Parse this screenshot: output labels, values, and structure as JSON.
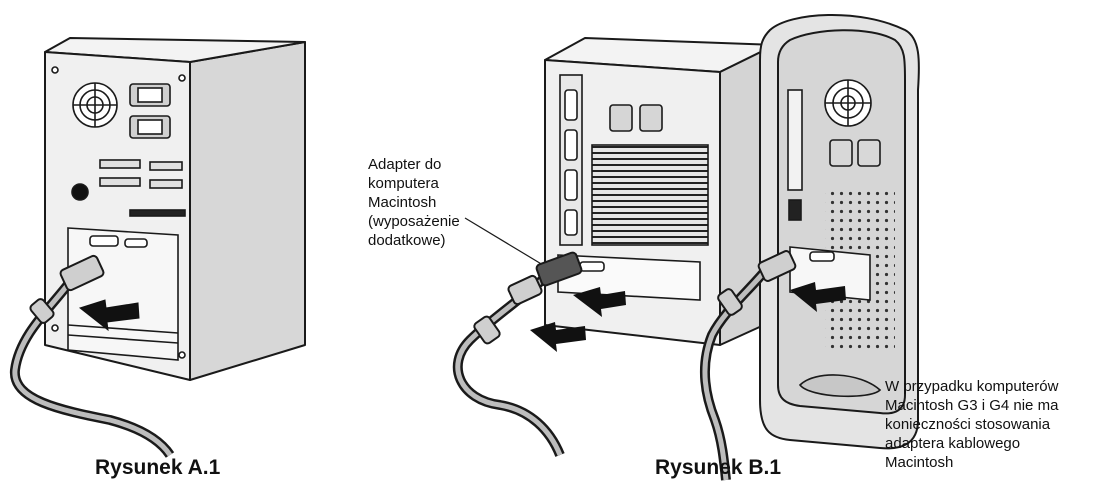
{
  "figure_a": {
    "caption": "Rysunek A.1"
  },
  "figure_b": {
    "caption": "Rysunek B.1",
    "adapter_label": [
      "Adapter do",
      "komputera",
      "Macintosh",
      "(wyposażenie",
      "dodatkowe)"
    ],
    "mac_note": [
      "W przypadku komputerów",
      "Macintosh G3 i G4 nie ma",
      "konieczności stosowania",
      "adaptera kablowego",
      "Macintosh"
    ]
  },
  "colors": {
    "line": "#1a1a1a",
    "panel": "#d9d9d9",
    "panel_dark": "#a8a8a8",
    "shadow": "#7a7a7a"
  }
}
